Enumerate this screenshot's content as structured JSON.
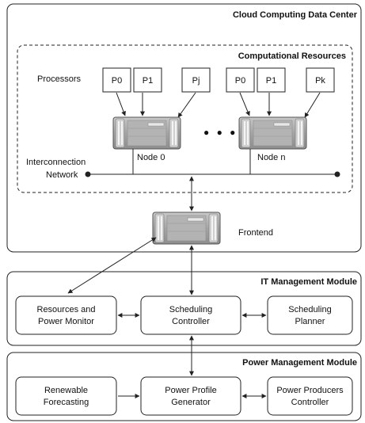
{
  "datacenter": {
    "title": "Cloud Computing Data Center"
  },
  "resources": {
    "title": "Computational Resources",
    "processors_label": "Processors",
    "node0": {
      "label": "Node 0",
      "processors": [
        "P0",
        "P1",
        "Pj"
      ]
    },
    "noden": {
      "label": "Node n",
      "processors": [
        "P0",
        "P1",
        "Pk"
      ]
    },
    "ellipsis": "● ● ●",
    "network_label_line1": "Interconnection",
    "network_label_line2": "Network"
  },
  "frontend": {
    "label": "Frontend"
  },
  "it_module": {
    "title": "IT Management Module",
    "resources_monitor": {
      "line1": "Resources and",
      "line2": "Power Monitor"
    },
    "scheduling_controller": {
      "line1": "Scheduling",
      "line2": "Controller"
    },
    "scheduling_planner": {
      "line1": "Scheduling",
      "line2": "Planner"
    }
  },
  "power_module": {
    "title": "Power Management Module",
    "renewable": {
      "line1": "Renewable",
      "line2": "Forecasting"
    },
    "profile_generator": {
      "line1": "Power Profile",
      "line2": "Generator"
    },
    "producers_controller": {
      "line1": "Power Producers",
      "line2": "Controller"
    }
  },
  "colors": {
    "line": "#222222",
    "server_body": "#a9a9a9",
    "server_dark": "#6f6f6f",
    "server_light": "#e6e6e6"
  },
  "icons": {
    "server": "server-icon"
  }
}
